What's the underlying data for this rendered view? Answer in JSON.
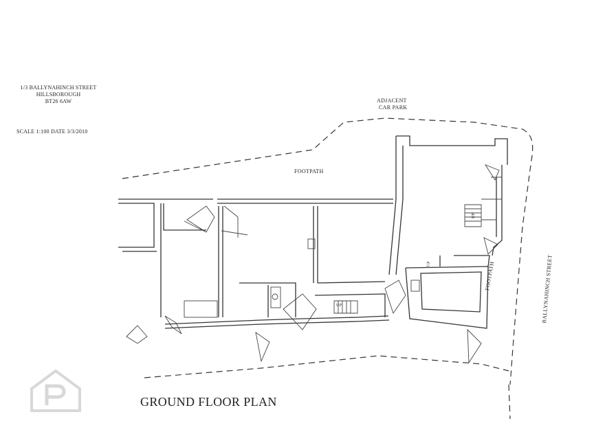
{
  "address": {
    "line1": "1/3 BALLYNAHINCH STREET",
    "line2": "HILLSBOROUGH",
    "line3": "BT26 6AW"
  },
  "scale_text": "SCALE 1:100    DATE 3/3/2010",
  "labels": {
    "adjacent": "ADJACENT",
    "car_park": "CAR PARK",
    "footpath_top": "FOOTPATH",
    "footpath_right": "FOOTPATH",
    "street": "BALLYNAHINCH STREET",
    "up1": "UP",
    "up2": "UP",
    "up3": "UP"
  },
  "title": "GROUND FLOOR PLAN",
  "watermark": {
    "icon": "property-logo-icon",
    "color": "#d8d8d8"
  }
}
